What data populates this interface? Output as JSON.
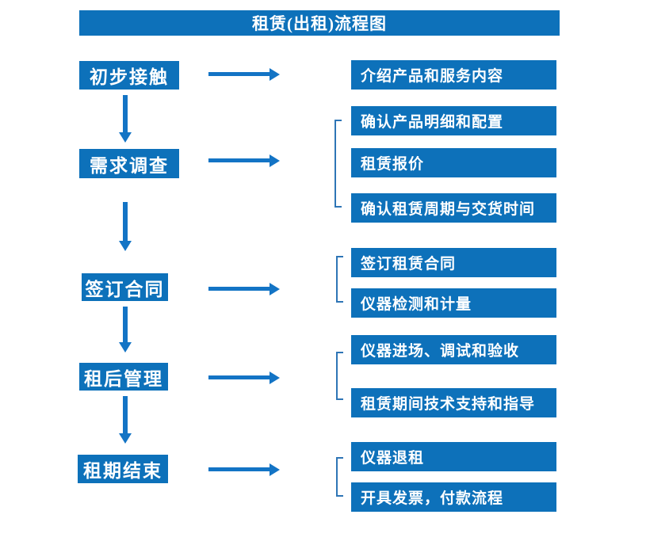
{
  "title": "租赁(出租)流程图",
  "colors": {
    "box_blue": "#0d71ba",
    "arrow_blue": "#1374c5",
    "bracket_blue": "#2e75b6",
    "text_white": "#ffffff",
    "background": "#ffffff"
  },
  "steps": [
    {
      "label": "初步接触",
      "details": [
        "介绍产品和服务内容"
      ]
    },
    {
      "label": "需求调查",
      "details": [
        "确认产品明细和配置",
        "租赁报价",
        "确认租赁周期与交货时间"
      ]
    },
    {
      "label": "签订合同",
      "details": [
        "签订租赁合同",
        "仪器检测和计量"
      ]
    },
    {
      "label": "租后管理",
      "details": [
        "仪器进场、调试和验收",
        "租赁期间技术支持和指导"
      ]
    },
    {
      "label": "租期结束",
      "details": [
        "仪器退租",
        "开具发票，付款流程"
      ]
    }
  ]
}
